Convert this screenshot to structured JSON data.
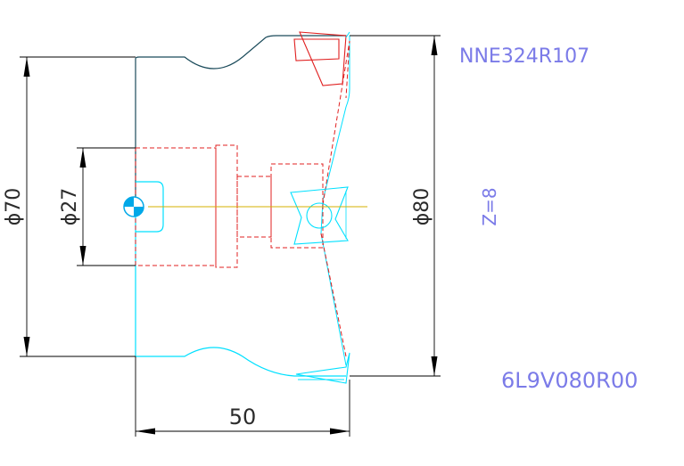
{
  "labels": {
    "part_number": "NNE324R107",
    "tool_code": "6L9V080R00",
    "teeth": "Z=8",
    "dia_70": "ϕ70",
    "dia_27": "ϕ27",
    "dia_80": "ϕ80",
    "length_50": "50"
  },
  "colors": {
    "body_outline": "#00e0ff",
    "upper_outline": "#1a4a5a",
    "hidden_lines": "#e02020",
    "dimension": "#000000",
    "annotation": "#7b7be8",
    "centerline": "#d4b000"
  }
}
